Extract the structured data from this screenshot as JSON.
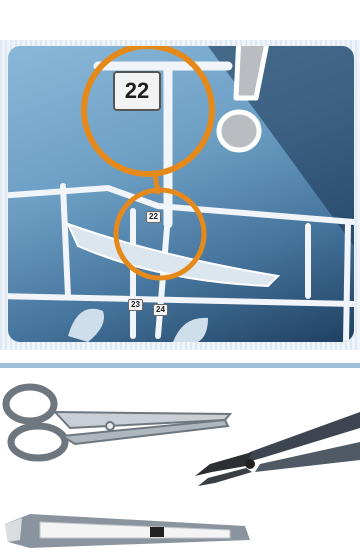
{
  "illustration": {
    "part_number_callout": "22",
    "sprue_labels": [
      "22",
      "23",
      "24"
    ],
    "colors": {
      "highlight_ring": "#e58a1a",
      "sprue": "#f2f6fa",
      "panel_background": "#5f8fb8",
      "divider": "#9fbedb",
      "tool_grey": "#8a949e"
    },
    "icons": [
      "exclamation-icon",
      "magnifier-callout",
      "scissors-icon",
      "side-cutter-pliers-icon",
      "hobby-knife-icon"
    ]
  }
}
